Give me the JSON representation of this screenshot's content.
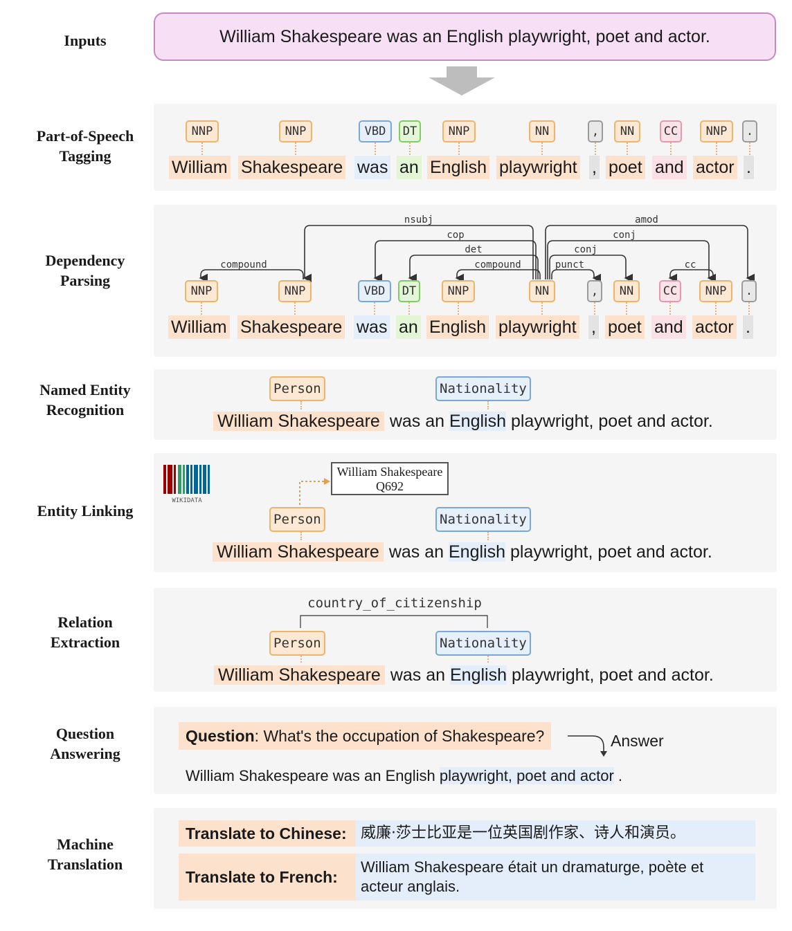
{
  "labels": {
    "inputs": "Inputs",
    "pos_1": "Part-of-Speech",
    "pos_2": "Tagging",
    "dep_1": "Dependency",
    "dep_2": "Parsing",
    "ner_1": "Named Entity",
    "ner_2": "Recognition",
    "el_1": "Entity Linking",
    "re_1": "Relation",
    "re_2": "Extraction",
    "qa_1": "Question",
    "qa_2": "Answering",
    "mt_1": "Machine",
    "mt_2": "Translation"
  },
  "input_sentence": "William Shakespeare was an English playwright, poet and actor.",
  "tokens": [
    {
      "word": "William",
      "tag": "NNP"
    },
    {
      "word": "Shakespeare",
      "tag": "NNP"
    },
    {
      "word": "was",
      "tag": "VBD"
    },
    {
      "word": "an",
      "tag": "DT"
    },
    {
      "word": "English",
      "tag": "NNP"
    },
    {
      "word": "playwright",
      "tag": "NN"
    },
    {
      "word": ",",
      "tag": ","
    },
    {
      "word": "poet",
      "tag": "NN"
    },
    {
      "word": "and",
      "tag": "CC"
    },
    {
      "word": "actor",
      "tag": "NNP"
    },
    {
      "word": ".",
      "tag": "."
    }
  ],
  "dependencies": [
    {
      "label": "compound",
      "from": 1,
      "to": 0
    },
    {
      "label": "nsubj",
      "from": 5,
      "to": 1
    },
    {
      "label": "cop",
      "from": 5,
      "to": 2
    },
    {
      "label": "det",
      "from": 5,
      "to": 3
    },
    {
      "label": "compound",
      "from": 5,
      "to": 4
    },
    {
      "label": "punct",
      "from": 5,
      "to": 6
    },
    {
      "label": "conj",
      "from": 5,
      "to": 7
    },
    {
      "label": "conj",
      "from": 5,
      "to": 9
    },
    {
      "label": "amod",
      "from": 5,
      "to": 10
    },
    {
      "label": "cc",
      "from": 9,
      "to": 8
    }
  ],
  "ner": {
    "person": "Person",
    "nationality": "Nationality",
    "entity": "William Shakespeare",
    "was_an": "was an",
    "english": "English",
    "rest": "playwright, poet and actor."
  },
  "entity_linking": {
    "kb_name": "William Shakespeare",
    "kb_id": "Q692",
    "logo_text": "WIKIDATA"
  },
  "relation": {
    "label": "country_of_citizenship"
  },
  "qa": {
    "question_label": "Question",
    "question_text": ": What's the occupation of Shakespeare?",
    "answer_label": "Answer",
    "sentence_start": "William Shakespeare was an English",
    "answer_span": "playwright, poet and actor",
    "sentence_end": "."
  },
  "mt": {
    "zh_label": "Translate to Chinese:",
    "zh_text": "威廉·莎士比亚是一位英国剧作家、诗人和演员。",
    "fr_label": "Translate to French:",
    "fr_text": "William Shakespeare était un dramaturge, poète et acteur anglais."
  },
  "colors": {
    "proper_noun": "#fce2cc",
    "verb": "#e4eefa",
    "determiner": "#e2f6d6",
    "conjunction": "#fbe0e6",
    "punctuation": "#e3e3e3",
    "input_box": "#f7dff5"
  }
}
